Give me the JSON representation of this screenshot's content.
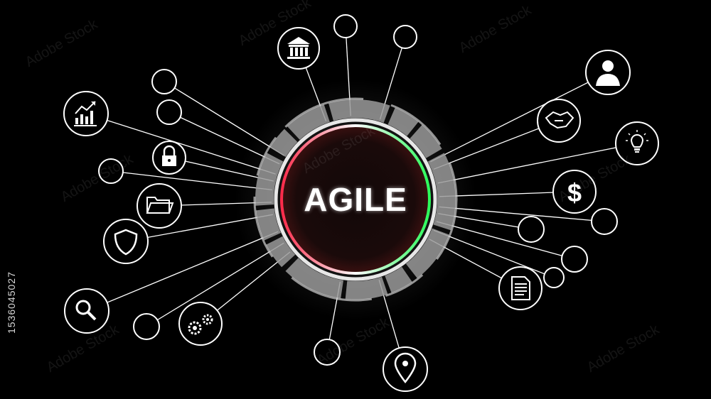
{
  "center": {
    "label": "AGILE"
  },
  "stock_id": "1536045027",
  "watermark": "Adobe Stock",
  "colors": {
    "background": "#000000",
    "line": "#ffffff",
    "glow_red": "#ff2a4a",
    "glow_green": "#2aff5a"
  },
  "icons": [
    "bank-icon",
    "person-icon",
    "chart-icon",
    "handshake-icon",
    "lock-icon",
    "lightbulb-icon",
    "folder-icon",
    "dollar-icon",
    "shield-icon",
    "document-icon",
    "search-icon",
    "gears-icon",
    "location-pin-icon"
  ]
}
